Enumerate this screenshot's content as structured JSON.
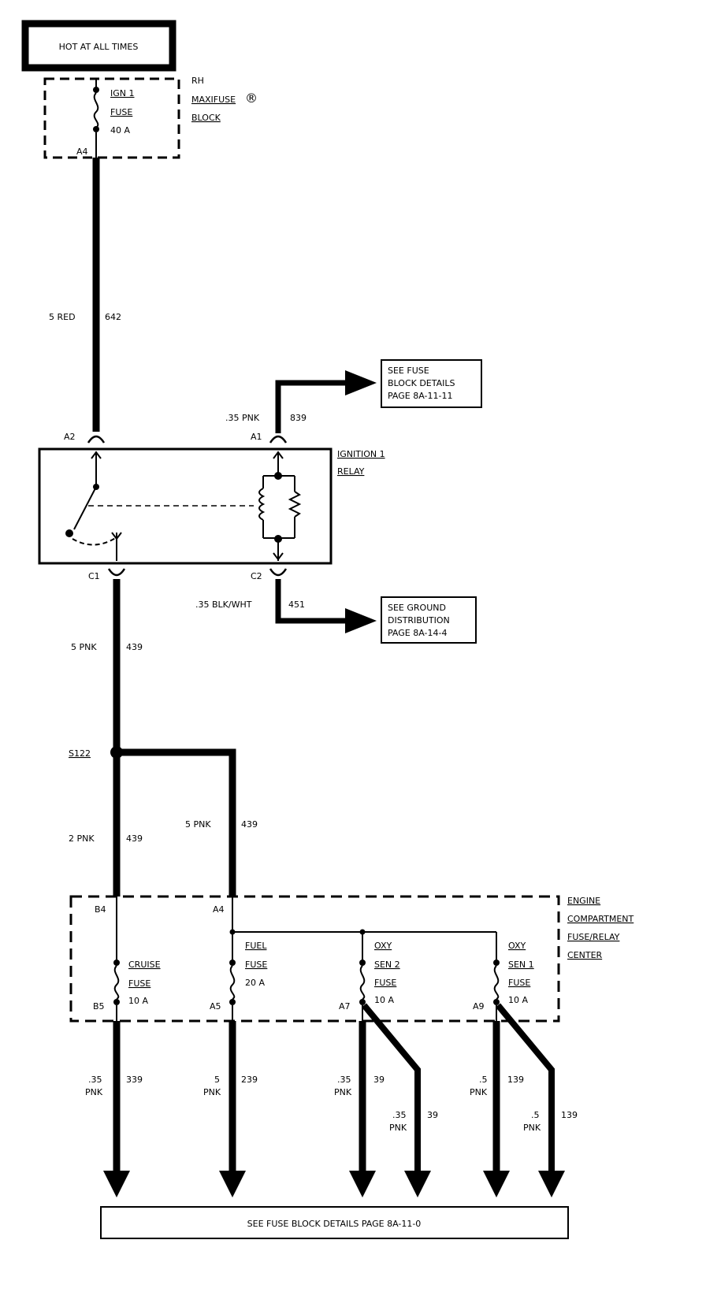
{
  "header": {
    "hot_label": "HOT AT ALL TIMES"
  },
  "maxifuse": {
    "fuse_name_1": "IGN 1",
    "fuse_name_2": "FUSE",
    "fuse_rating": "40 A",
    "pin": "A4",
    "block_label_1": "RH",
    "block_label_2": "MAXIFUSE",
    "registered_mark": "®",
    "block_label_3": "BLOCK"
  },
  "wires": {
    "w642": {
      "gauge": "5 RED",
      "circuit": "642"
    },
    "w839": {
      "gauge": ".35 PNK",
      "circuit": "839"
    },
    "w451": {
      "gauge": ".35 BLK/WHT",
      "circuit": "451"
    },
    "w439_top": {
      "gauge": "5 PNK",
      "circuit": "439"
    },
    "w439_left": {
      "gauge": "2 PNK",
      "circuit": "439"
    },
    "w439_right": {
      "gauge": "5 PNK",
      "circuit": "439"
    },
    "w339": {
      "gauge_1": ".35",
      "gauge_2": "PNK",
      "circuit": "339"
    },
    "w239": {
      "gauge_1": "5",
      "gauge_2": "PNK",
      "circuit": "239"
    },
    "w39_a": {
      "gauge_1": ".35",
      "gauge_2": "PNK",
      "circuit": "39"
    },
    "w39_b": {
      "gauge_1": ".35",
      "gauge_2": "PNK",
      "circuit": "39"
    },
    "w139_a": {
      "gauge_1": ".5",
      "gauge_2": "PNK",
      "circuit": "139"
    },
    "w139_b": {
      "gauge_1": ".5",
      "gauge_2": "PNK",
      "circuit": "139"
    }
  },
  "refs": {
    "fuse_block_top": [
      "SEE FUSE",
      "BLOCK DETAILS",
      "PAGE 8A-11-11"
    ],
    "ground_dist": [
      "SEE GROUND",
      "DISTRIBUTION",
      "PAGE 8A-14-4"
    ],
    "fuse_block_bottom": "SEE FUSE BLOCK DETAILS PAGE 8A-11-0"
  },
  "relay": {
    "label_1": "IGNITION 1",
    "label_2": "RELAY",
    "pin_a2": "A2",
    "pin_a1": "A1",
    "pin_c1": "C1",
    "pin_c2": "C2"
  },
  "splice": {
    "label": "S122"
  },
  "center": {
    "label_1": "ENGINE",
    "label_2": "COMPARTMENT",
    "label_3": "FUSE/RELAY",
    "label_4": "CENTER",
    "pin_b4": "B4",
    "pin_a4": "A4",
    "pin_b5": "B5",
    "pin_a5": "A5",
    "pin_a7": "A7",
    "pin_a9": "A9",
    "fuses": [
      {
        "name_1": "CRUISE",
        "name_2": "FUSE",
        "rating": "10 A"
      },
      {
        "name_1": "FUEL",
        "name_2": "FUSE",
        "rating": "20 A"
      },
      {
        "name_1": "OXY",
        "name_2": "SEN 2",
        "name_3": "FUSE",
        "rating": "10 A"
      },
      {
        "name_1": "OXY",
        "name_2": "SEN 1",
        "name_3": "FUSE",
        "rating": "10 A"
      }
    ]
  }
}
